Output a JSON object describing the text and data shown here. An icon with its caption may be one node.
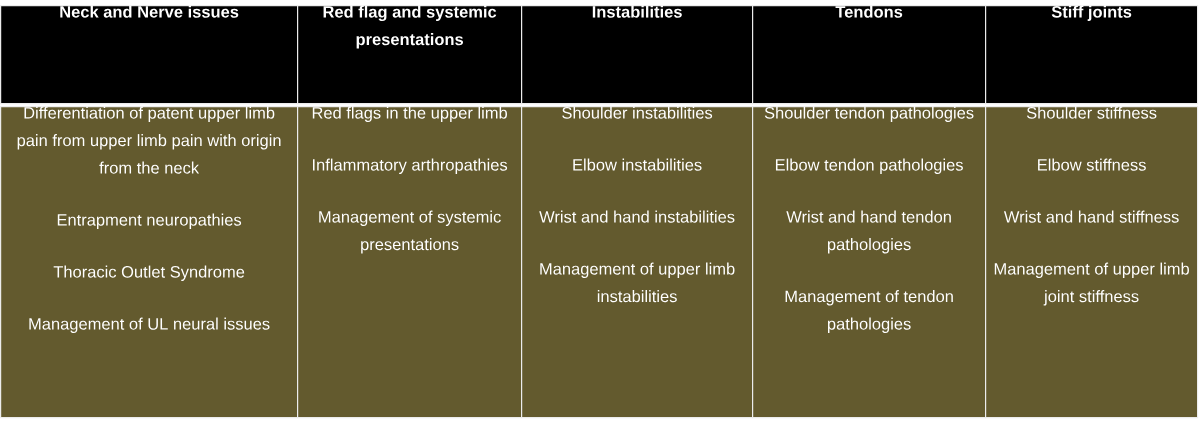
{
  "diagram": {
    "nodes": [
      {
        "text": [
          "Neck and Nerve issues"
        ]
      },
      {
        "text": [
          "Red flag and systemic presentations"
        ]
      },
      {
        "text": [
          "Instabilities"
        ]
      },
      {
        "text": [
          "Tendons"
        ]
      },
      {
        "text": [
          "Stiff joints"
        ]
      },
      {
        "text": [
          "Differentiation of patent upper limb pain from upper limb pain with origin from the neck",
          "Entrapment neuropathies",
          "Thoracic Outlet Syndrome",
          "Management of UL neural issues"
        ]
      },
      {
        "text": [
          "Red flags in the upper limb",
          "Inflammatory arthropathies",
          "Management of systemic presentations"
        ]
      },
      {
        "text": [
          "Shoulder instabilities",
          "Elbow instabilities",
          "Wrist and hand instabilities",
          "Management of upper limb instabilities"
        ]
      },
      {
        "text": [
          "Shoulder tendon pathologies",
          "Elbow tendon pathologies",
          "Wrist and hand tendon pathologies",
          "Management of tendon pathologies"
        ]
      },
      {
        "text": [
          "Shoulder stiffness",
          "Elbow stiffness",
          "Wrist and hand stiffness",
          "Management of upper limb joint stiffness"
        ]
      }
    ]
  }
}
